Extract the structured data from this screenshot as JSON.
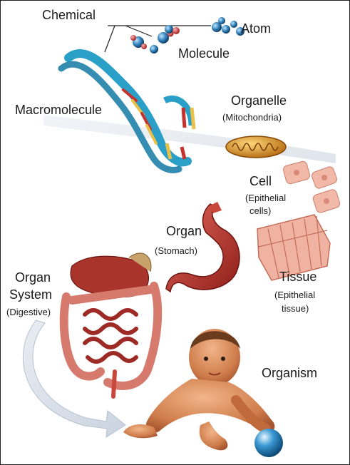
{
  "labels": {
    "chemical": "Chemical",
    "atom": "Atom",
    "molecule": "Molecule",
    "macromolecule": "Macromolecule",
    "organelle": "Organelle",
    "organelle_example": "(Mitochondria)",
    "cell": "Cell",
    "cell_example_1": "(Epithelial",
    "cell_example_2": "cells)",
    "organ": "Organ",
    "organ_example": "(Stomach)",
    "tissue": "Tissue",
    "tissue_example_1": "(Epithelial",
    "tissue_example_2": "tissue)",
    "organ_system_1": "Organ",
    "organ_system_2": "System",
    "organ_system_example": "(Digestive)",
    "organism": "Organism"
  },
  "colors": {
    "dna_backbone": "#2a9fc7",
    "dna_rung_red": "#c8322c",
    "dna_rung_yellow": "#e9c04a",
    "atom_blue": "#2f7fb8",
    "atom_red": "#d13a3a",
    "mitochondria": "#d6921c",
    "cell_pink": "#f2b9a8",
    "stomach_red": "#b8352c",
    "intestine_red": "#b83a34",
    "skin": "#d98a5a",
    "ball_blue": "#2a86c4",
    "swirl_gray": "#dfe5ee"
  }
}
